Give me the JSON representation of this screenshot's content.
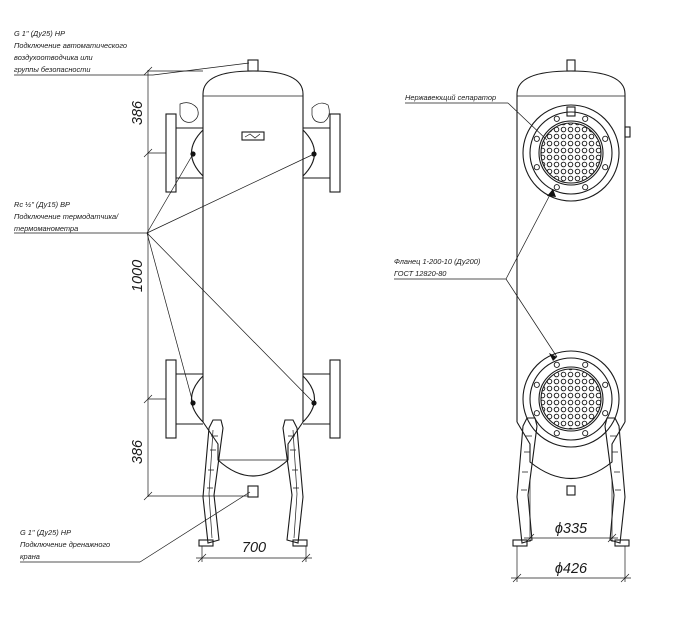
{
  "annotations": {
    "air_vent": {
      "line1": "G 1\" (Ду25) НР",
      "line2": "Подключение автоматического",
      "line3": "воздухоотводчика или",
      "line4": "группы безопасности"
    },
    "thermo": {
      "line1": "Rc ½\" (Ду15) ВР",
      "line2": "Подключение термодатчика/",
      "line3": "термоманометра"
    },
    "drain": {
      "line1": "G 1\" (Ду25) НР",
      "line2": "Подключение дренажного",
      "line3": "крана"
    },
    "separator": "Нержавеющий сепаратор",
    "flange": {
      "line1": "Фланец 1-200-10 (Ду200)",
      "line2": "ГОСТ 12820-80"
    }
  },
  "dimensions": {
    "top_offset": "386",
    "center_distance": "1000",
    "bottom_offset": "386",
    "width": "700",
    "inner_diameter": "ϕ335",
    "outer_diameter": "ϕ426"
  }
}
